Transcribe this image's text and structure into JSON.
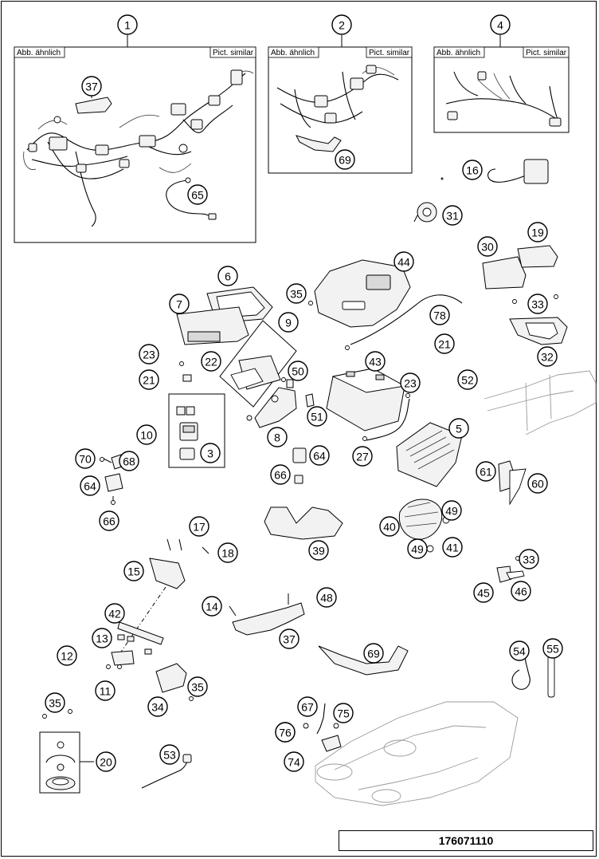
{
  "note_labels": {
    "de": "Abb. ähnlich",
    "en": "Pict. similar"
  },
  "document_number": "176071110",
  "callouts": [
    "1",
    "2",
    "4",
    "37",
    "65",
    "69",
    "16",
    "31",
    "44",
    "30",
    "19",
    "6",
    "7",
    "35",
    "78",
    "33",
    "9",
    "23",
    "22",
    "21",
    "32",
    "21",
    "52",
    "43",
    "23",
    "50",
    "51",
    "8",
    "5",
    "10",
    "3",
    "64",
    "27",
    "70",
    "68",
    "66",
    "61",
    "60",
    "64",
    "66",
    "39",
    "49",
    "40",
    "49",
    "41",
    "17",
    "18",
    "15",
    "33",
    "45",
    "46",
    "14",
    "48",
    "42",
    "37",
    "13",
    "12",
    "69",
    "54",
    "55",
    "11",
    "35",
    "34",
    "35",
    "67",
    "75",
    "76",
    "74",
    "20",
    "53",
    "76"
  ]
}
